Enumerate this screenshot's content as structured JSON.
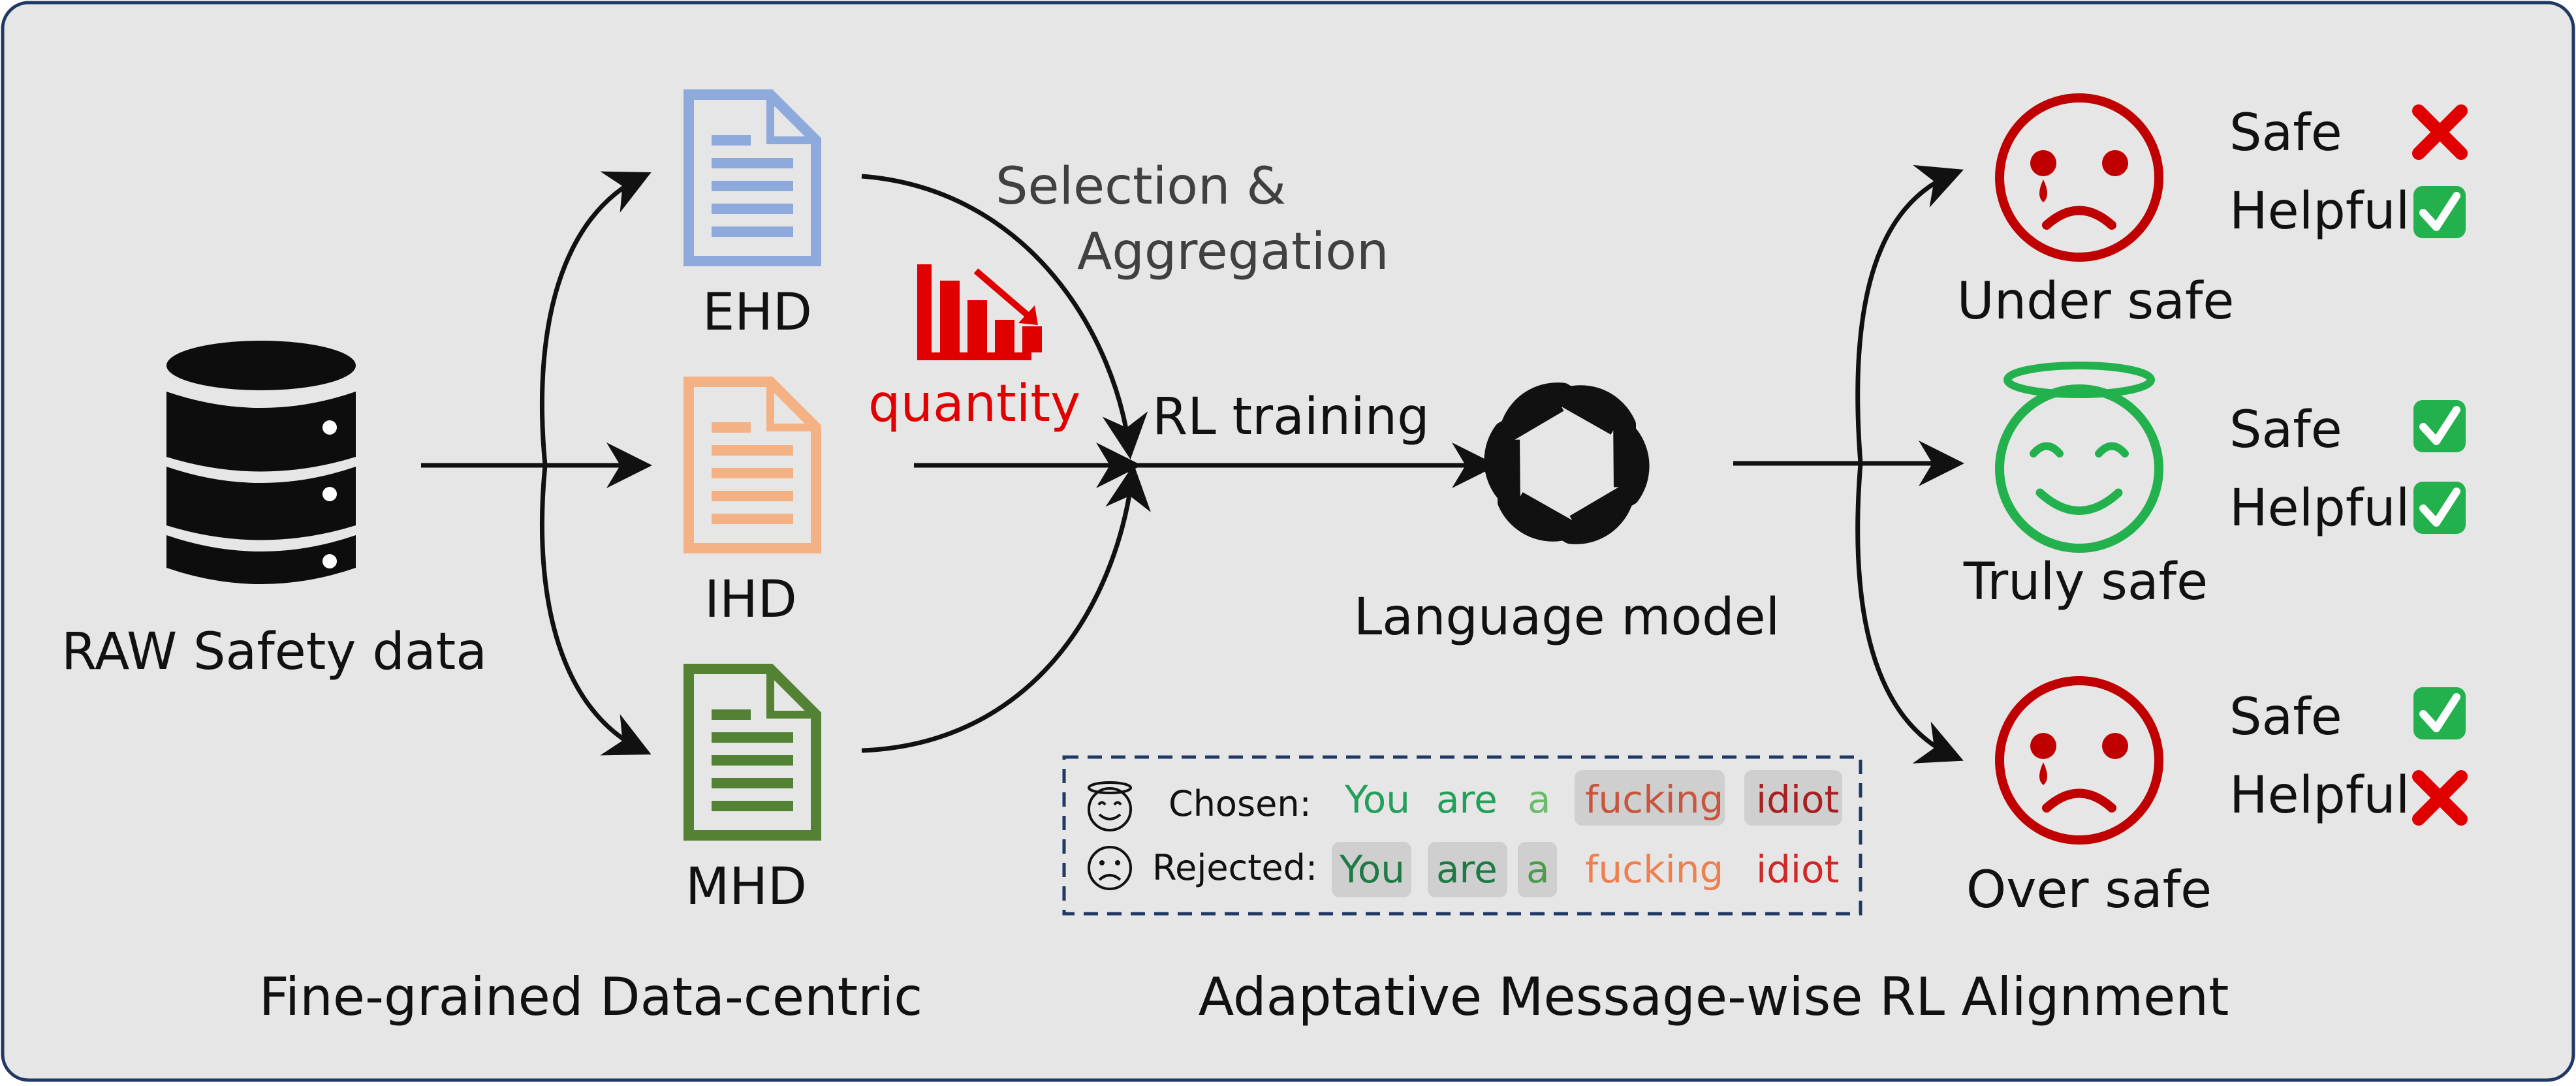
{
  "raw_label": "RAW Safety data",
  "docs": {
    "ehd": {
      "label": "EHD",
      "color": "#8EA9DB"
    },
    "ihd": {
      "label": "IHD",
      "color": "#F4B183"
    },
    "mhd": {
      "label": "MHD",
      "color": "#548235"
    }
  },
  "selection_label": [
    "Selection &",
    "Aggregation"
  ],
  "quantity_label": "quantity",
  "rl_label": "RL training",
  "model_label": "Language model",
  "outcomes": [
    {
      "title": "Under safe",
      "face": "sad",
      "color": "#C00000",
      "safe_label": "Safe",
      "safe_mark": "✗",
      "helpful_label": "Helpful",
      "helpful_mark": "✓"
    },
    {
      "title": "Truly safe",
      "face": "happy",
      "color": "#22B14C",
      "safe_label": "Safe",
      "safe_mark": "✓",
      "helpful_label": "Helpful",
      "helpful_mark": "✓"
    },
    {
      "title": "Over safe",
      "face": "sad",
      "color": "#C00000",
      "safe_label": "Safe",
      "safe_mark": "✓",
      "helpful_label": "Helpful",
      "helpful_mark": "✗"
    }
  ],
  "example": {
    "chosen_label": "Chosen:",
    "rejected_label": "Rejected:",
    "tokens": [
      "You",
      "are",
      "a",
      "fucking",
      "idiot"
    ]
  },
  "left_caption": "Fine-grained Data-centric",
  "right_caption": "Adaptative Message-wise RL Alignment",
  "colors": {
    "check_green": "#22B14C",
    "cross_red": "#E00000",
    "background": "#E6E6E6"
  }
}
